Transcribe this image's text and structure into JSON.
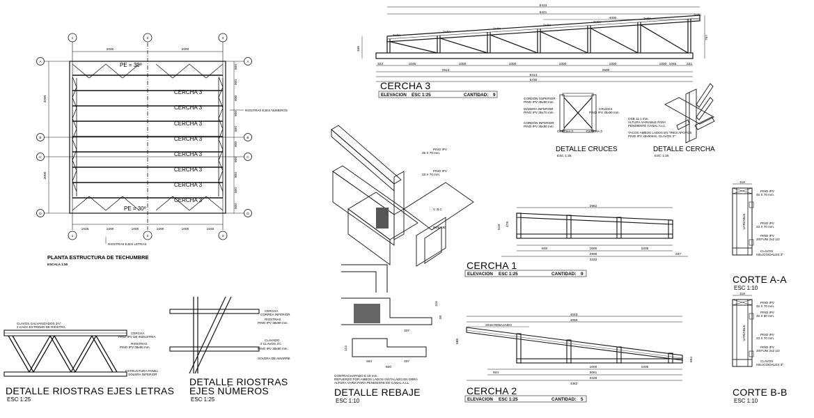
{
  "plan": {
    "title": "PLANTA ESTRUCTURA DE TECHUMBRE",
    "scale": "ESCALA 1:50",
    "col_labels": [
      "1",
      "2",
      "3"
    ],
    "row_labels": [
      "A",
      "B",
      "C",
      "D"
    ],
    "top_dims": [
      "2000",
      "2000"
    ],
    "side_dims": [
      "3000",
      "3000"
    ],
    "bottom_dims": [
      "1045",
      "1000",
      "1000",
      "1000",
      "1000",
      "1045"
    ],
    "right_dims": [
      "900",
      "900",
      "800",
      "900",
      "900",
      "800",
      "900",
      "800",
      "900",
      "900"
    ],
    "truss_labels": [
      "CERCHA 3",
      "CERCHA 3",
      "CERCHA 3",
      "CERCHA 3",
      "CERCHA 3",
      "CERCHA 3",
      "CERCHA 3",
      "CERCHA 3"
    ],
    "pe_labels": [
      "PE = 30º",
      "PE = 30º"
    ],
    "note_numbers": "RIOSTRAS EJES NUMEROS",
    "note_letters": "RIOSTRAS EJES LETRAS"
  },
  "cercha3": {
    "title": "CERCHA 3",
    "elev_label": "ELEVACION",
    "scale": "ESC 1:25",
    "qty_label": "CANTIDAD:",
    "qty": "9",
    "top_dims": [
      "6413",
      "6421",
      "4000"
    ],
    "bottom_dims": [
      "323",
      "1045",
      "1000",
      "1000",
      "1000",
      "1000",
      "1000",
      "1045",
      "222"
    ],
    "overall_dims": [
      "2913",
      "2500",
      "6414",
      "5730"
    ],
    "left_dim": "466",
    "right_dim": "767",
    "member_labels": [
      "2x4in",
      "2x4in",
      "2x4in",
      "2x4in",
      "2x4in",
      "2x4in",
      "2x4in",
      "2x4in"
    ]
  },
  "cruces": {
    "title": "DETALLE CRUCES",
    "scale": "ESC 1:25",
    "notes": [
      "CORDÓN SUPERIOR",
      "PINO IPV 35x90 mm.",
      "MADERA INFERIOR",
      "PINO IPV 35x70 mm.",
      "CORDÓN INFERIOR",
      "PINO IPV 35x90 mm.",
      "CRUCES",
      "PINO IPV 45x90 mm."
    ],
    "tags": [
      "CERCHA 3",
      "CERCHA 3"
    ]
  },
  "det_cercha": {
    "title": "DETALLE CERCHA",
    "scale": "ESC 1:25",
    "notes": [
      "OSB 11.1 mm.",
      "ALTURA VARIABLE PARA",
      "PENDIENTE CANAL A.LL.",
      "TACOS AMBOS LADOS EN TRES APOYOS",
      "PINO IPV 45x90mm. CLAVOS 3\""
    ]
  },
  "rebaje_iso": {
    "notes": [
      "PINO IPV",
      "35 X 70 mm.",
      "PINO IPV",
      "33 X 70 mm.",
      "V. B.C",
      "REBAJE"
    ]
  },
  "cercha1": {
    "title": "CERCHA 1",
    "elev_label": "ELEVACION",
    "scale": "ESC 1:25",
    "qty_label": "CANTIDAD:",
    "qty": "9",
    "dims": [
      "2962",
      "848",
      "1000",
      "1035",
      "2996",
      "3333",
      "337",
      "618",
      "478"
    ]
  },
  "cercha2": {
    "title": "CERCHA 2",
    "elev_label": "ELEVACION",
    "scale": "ESC 1:25",
    "qty_label": "CANTIDAD:",
    "qty": "5",
    "dims": [
      "4043",
      "4050",
      "2048 REBAJADO",
      "934",
      "1000",
      "1035",
      "3061",
      "3428",
      "4362",
      "654",
      "688"
    ]
  },
  "corte_a": {
    "title": "CORTE A-A",
    "scale": "ESC 1:10",
    "notes": [
      "PINO IPV",
      "45 X 70 mm.",
      "PINO IPV",
      "23 X 70 mm.",
      "PINO IPV",
      "200*UNI 2x2 1/2",
      "CLAVOS",
      "HELICOIDALES 3\""
    ],
    "dims": [
      "118",
      "VARIABLE"
    ]
  },
  "corte_b": {
    "title": "CORTE B-B",
    "scale": "ESC 1:10",
    "notes": [
      "PINO IPV",
      "45 X 70 mm.",
      "PINO IPV",
      "45 X 90 mm.",
      "PINO IPV",
      "23 X 70 mm.",
      "PINO IPV",
      "200*UNI 2x2 1/2",
      "CLAVOS",
      "HELICOIDALES 3\""
    ],
    "dims": [
      "118",
      "VARIABLE"
    ]
  },
  "riostras_letras": {
    "title": "DETALLE RIOSTRAS EJES LETRAS",
    "scale": "ESC 1:25",
    "notes": [
      "CLAVOS GALVANIZADOS 3½\"",
      "2 CADA EXTREMO DE RIOSTRA",
      "CERCHA",
      "PINO IPV DE INDUSTRIA",
      "RIOSTRAS",
      "PINO IPV 38x90 mm.",
      "ESTRUCTURA PANEL",
      "SOLERA INFERIOR"
    ]
  },
  "riostras_numeros": {
    "title_1": "DETALLE RIOSTRAS",
    "title_2": "EJES NÚMEROS",
    "scale": "ESC 1:25",
    "notes": [
      "CERCHA",
      "CORREA INFERIOR",
      "RIOSTRAS",
      "PINO IPV 38x90 mm.",
      "CLAVADO",
      "2 CLAVOS 3½",
      "PINO IPV 38x90 mm.",
      "SOLERA DE AMARRE"
    ]
  },
  "rebaje": {
    "title": "DETALLE REBAJE",
    "scale": "ESC 1:10",
    "notes": [
      "CONTRACHAPADO E 18 mm.",
      "REFUERZO POR AMBOS LADOS INSTALADO EN OBRA",
      "ALTURA VARIA PARA PENDIENTE DE CANAL A.LL."
    ],
    "dims": [
      "110",
      "90",
      "337",
      "263",
      "337",
      "600",
      "124"
    ]
  }
}
